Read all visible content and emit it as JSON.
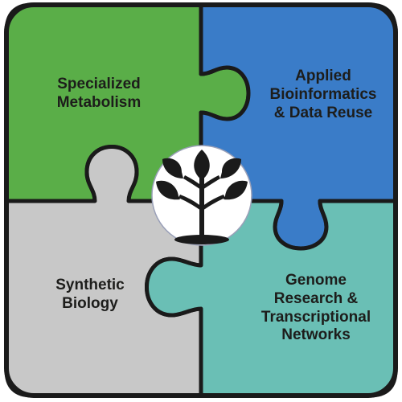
{
  "colors": {
    "green": "#5aae48",
    "blue": "#3a7cc8",
    "gray": "#c8c8c8",
    "teal": "#6abfb5",
    "outline": "#1a1a1a",
    "center_circle": "#ffffff",
    "plant": "#1a1a1a"
  },
  "center": {
    "icon": "plant-sprout-icon"
  },
  "pieces": {
    "green": {
      "lines": [
        "Specialized",
        "Metabolism"
      ]
    },
    "blue": {
      "lines": [
        "Applied",
        "Bioinformatics",
        "& Data Reuse"
      ]
    },
    "gray": {
      "lines": [
        "Synthetic",
        "Biology"
      ]
    },
    "teal": {
      "lines": [
        "Genome",
        "Research &",
        "Transcriptional",
        "Networks"
      ]
    }
  }
}
